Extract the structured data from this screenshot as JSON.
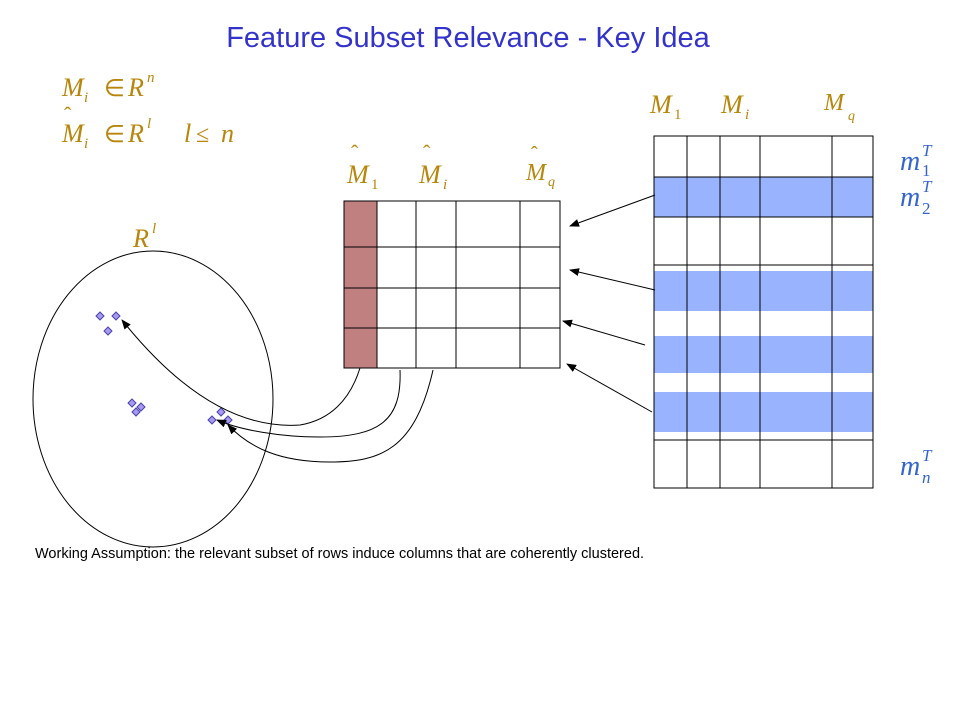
{
  "title": "Feature Subset Relevance - Key Idea",
  "caption": "Working Assumption: the relevant subset of rows induce columns that are coherently clustered.",
  "formulas": {
    "line1": {
      "base": "M",
      "sub": "i",
      "rel": "∈",
      "space": "R",
      "sup": "n"
    },
    "line2": {
      "hat": "ˆ",
      "base": "M",
      "sub": "i",
      "rel": "∈",
      "space": "R",
      "sup": "l",
      "cond_left": "l",
      "cond_rel": "≤",
      "cond_right": "n"
    }
  },
  "space_label": {
    "base": "R",
    "sup": "l"
  },
  "small_matrix": {
    "column_labels": [
      {
        "hat": "ˆ",
        "base": "M",
        "sub": "1"
      },
      {
        "hat": "ˆ",
        "base": "M",
        "sub": "i"
      },
      {
        "hat": "ˆ",
        "base": "M",
        "sub": "q"
      }
    ],
    "highlight_color": "#c08080"
  },
  "large_matrix": {
    "column_labels": [
      {
        "base": "M",
        "sub": "1"
      },
      {
        "base": "M",
        "sub": "i"
      },
      {
        "base": "M",
        "sub": "q"
      }
    ],
    "highlight_color": "#99b3ff"
  },
  "row_labels": [
    {
      "base": "m",
      "sup": "T",
      "sub": "1"
    },
    {
      "base": "m",
      "sup": "T",
      "sub": "2"
    },
    {
      "base": "m",
      "sup": "T",
      "sub": "n"
    }
  ],
  "colors": {
    "title": "#3333cc",
    "formula": "#b8860b",
    "row_label": "#3366cc",
    "point": "#a898f0"
  }
}
